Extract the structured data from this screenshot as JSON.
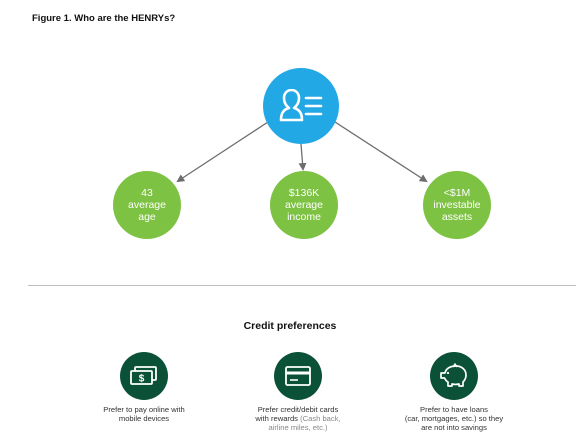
{
  "figure_title": "Figure 1. Who are the HENRYs?",
  "hub": {
    "icon": "user-profile-icon",
    "color": "#23a8e6"
  },
  "stats": [
    {
      "line1": "43",
      "line2": "average",
      "line3": "age"
    },
    {
      "line1": "$136K",
      "line2": "average",
      "line3": "income"
    },
    {
      "line1": "<$1M",
      "line2": "investable",
      "line3": "assets"
    }
  ],
  "stat_color": "#7dc242",
  "credit_section": {
    "title": "Credit preferences",
    "icon_color": "#0b5138",
    "items": [
      {
        "icon": "money-icon",
        "line1": "Prefer to pay online with",
        "line2": "mobile devices",
        "line3": ""
      },
      {
        "icon": "credit-card-icon",
        "line1": "Prefer credit/debit cards",
        "line2a": "with rewards ",
        "line2b": "(Cash back,",
        "line3": "airline miles, etc.)"
      },
      {
        "icon": "piggy-bank-icon",
        "line1": "Prefer to have loans",
        "line2": "(car, mortgages, etc.) so they",
        "line3": "are not into savings"
      }
    ]
  }
}
